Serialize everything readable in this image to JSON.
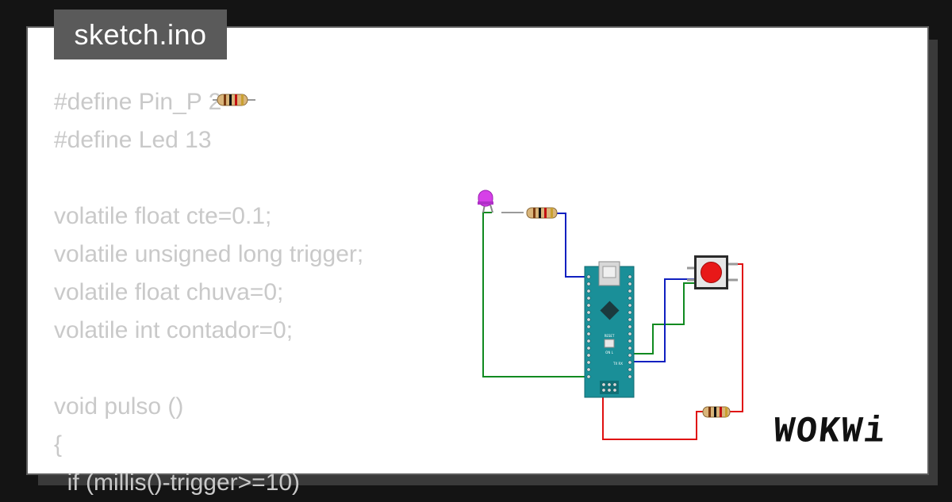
{
  "filename": "sketch.ino",
  "code_lines": [
    "#define Pin_P 2",
    "#define Led 13",
    "",
    "volatile float cte=0.1;",
    "volatile unsigned long trigger;",
    "volatile float chuva=0;",
    "volatile int contador=0;",
    "",
    "void pulso ()",
    "{",
    "  if (millis()-trigger>=10)"
  ],
  "brand": "WOKWi",
  "board": {
    "reset_label": "RESET",
    "tx_rx_label": "TX RX",
    "on_l_label": "ON L"
  },
  "colors": {
    "board": "#1a8f98",
    "wire_blue": "#1020c0",
    "wire_green": "#108a20",
    "wire_red": "#e01010",
    "led": "#d640e8",
    "button": "#e81818"
  },
  "icons": [
    "resistor-icon",
    "led-icon",
    "pushbutton-icon",
    "arduino-nano-icon"
  ]
}
